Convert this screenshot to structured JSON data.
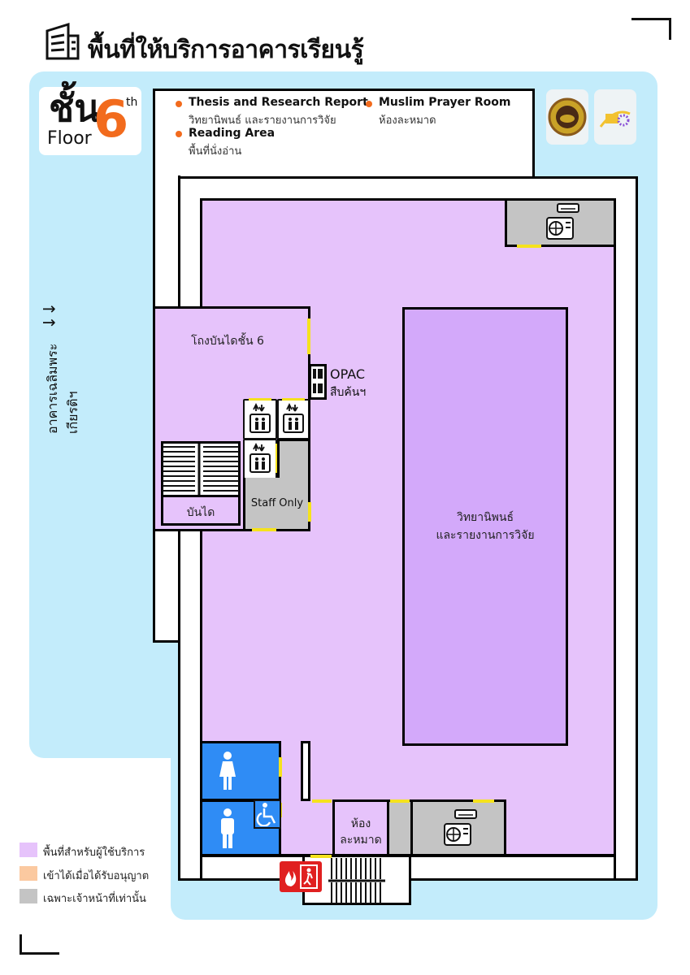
{
  "header": {
    "title": "พื้นที่ให้บริการอาคารเรียนรู้",
    "icon": "building-icon"
  },
  "badge": {
    "th_label": "ชั้น",
    "en_label": "Floor",
    "number": "6",
    "suffix": "th"
  },
  "services": [
    {
      "en": "Thesis and Research Report",
      "th": "วิทยานิพนธ์ และรายงานการวิจัย"
    },
    {
      "en": "Reading Area",
      "th": "พื้นที่นั่งอ่าน"
    },
    {
      "en": "Muslim Prayer Room",
      "th": "ห้องละหมาด"
    }
  ],
  "map": {
    "stair_hall": "โถงบันไดชั้น 6",
    "opac_en": "OPAC",
    "opac_th": "สืบค้นฯ",
    "stairs": "บันได",
    "staff_only": "Staff Only",
    "shelves_line1": "วิทยานิพนธ์",
    "shelves_line2": "และรายงานการวิจัย",
    "prayer_line1": "ห้อง",
    "prayer_line2": "ละหมาด",
    "side_label": "อาคารเฉลิมพระเกียรติฯ",
    "side_arrow": "↑↑"
  },
  "legend": [
    {
      "label": "พื้นที่สำหรับผู้ใช้บริการ",
      "color": "#e6c3fb"
    },
    {
      "label": "เข้าได้เมื่อได้รับอนุญาต",
      "color": "#fbc9a0"
    },
    {
      "label": "เฉพาะเจ้าหน้าที่เท่านั้น",
      "color": "#c4c4c4"
    }
  ],
  "colors": {
    "user_area": "#e6c3fb",
    "shelf_area": "#d3a9fa",
    "staff_area": "#c4c4c4",
    "toilet": "#2f8cf5",
    "door": "#f5e21d",
    "accent": "#f26b1d",
    "background": "#c3ecfb"
  }
}
